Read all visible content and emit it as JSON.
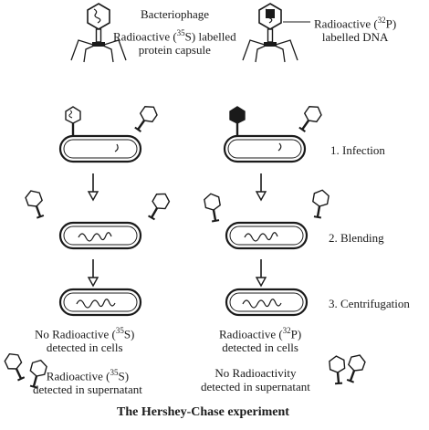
{
  "labels": {
    "bacteriophage": "Bacteriophage",
    "left_capsule_pre": "Radioactive (",
    "left_capsule_sup": "35",
    "left_capsule_post": "S) labelled",
    "left_capsule_line2": "protein capsule",
    "right_dna_pre": "Radioactive (",
    "right_dna_sup": "32",
    "right_dna_post": "P)",
    "right_dna_line2": "labelled DNA",
    "step1": "1. Infection",
    "step2": "2. Blending",
    "step3": "3. Centrifugation",
    "left_result_pre": "No Radioactive (",
    "left_result_sup": "35",
    "left_result_post": "S)",
    "left_result_line2": "detected in cells",
    "right_result_pre": "Radioactive (",
    "right_result_sup": "32",
    "right_result_post": "P)",
    "right_result_line2": "detected in cells",
    "left_super_pre": "Radioactive (",
    "left_super_sup": "35",
    "left_super_post": "S)",
    "left_super_line2": "detected in supernatant",
    "right_super_line1": "No Radioactivity",
    "right_super_line2": "detected in supernatant",
    "figure_title": "The Hershey-Chase experiment"
  },
  "icons": {
    "phage": "bacteriophage-icon",
    "cell": "bacterial-cell-icon",
    "arrow": "down-arrow-icon"
  },
  "colors": {
    "ink": "#1a1a1a",
    "background": "#ffffff"
  }
}
